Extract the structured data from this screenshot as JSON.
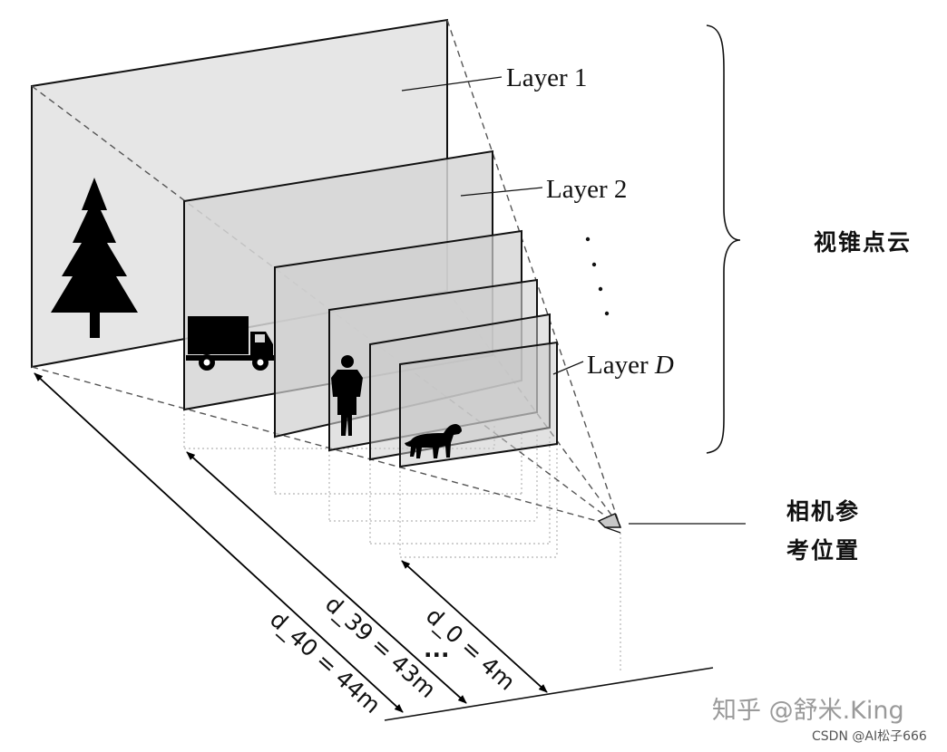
{
  "layers": {
    "layer_1": "Layer 1",
    "layer_2": "Layer 2",
    "layer_d_prefix": "Layer ",
    "layer_d_var": "D",
    "ellipsis": ". . . ."
  },
  "annotations": {
    "frustum_point_cloud": "视锥点云",
    "camera_reference_line1": "相机参",
    "camera_reference_line2": "考位置"
  },
  "distances": {
    "d_40": "d_40 = 44m",
    "d_39": "d_39 = 43m",
    "d_0": "d_0 = 4m",
    "ellipsis": "..."
  },
  "watermark": {
    "main": "知乎 @舒米.King",
    "credit": "CSDN @AI松子666"
  },
  "icons": [
    "tree-icon",
    "truck-icon",
    "person-icon",
    "dog-icon",
    "camera-icon"
  ],
  "colors": {
    "plane_fill": "#d9d9d9",
    "plane_stroke": "#111111",
    "guide_dash": "#555555",
    "watermark": "#9a9a9a"
  }
}
